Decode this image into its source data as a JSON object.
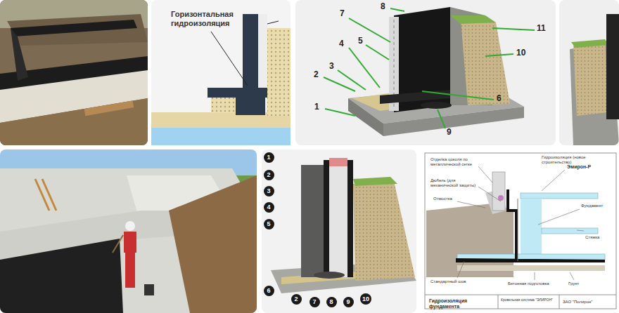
{
  "diagram": {
    "nodes": [
      {
        "text": [
          "1"
        ]
      },
      {
        "text": [
          "2"
        ]
      },
      {
        "text": [
          "3"
        ]
      },
      {
        "text": [
          "4"
        ]
      },
      {
        "text": [
          "5"
        ]
      },
      {
        "text": [
          "6"
        ]
      },
      {
        "text": [
          "2"
        ]
      },
      {
        "text": [
          "7"
        ]
      },
      {
        "text": [
          "8"
        ]
      },
      {
        "text": [
          "9"
        ]
      },
      {
        "text": [
          "10"
        ]
      }
    ],
    "labels": [
      "Горизонтальная гидроизоляция",
      "1",
      "2",
      "3",
      "4",
      "5",
      "6",
      "7",
      "8",
      "9",
      "10",
      "11",
      "Гидроизоляция (новое строительство)",
      "Отделка цоколя по металлической сетке",
      "Дюбель (для механической защиты)",
      "Эмирон-Р",
      "Отмостка",
      "Фундамент",
      "Стяжка",
      "Стандартный шов",
      "Бетонная подготовка",
      "Грунт",
      "Гидроизоляция фундамента",
      "Кровельная система \"ЭЛИРОН\"",
      "ЗАО \"Полирон\""
    ]
  }
}
